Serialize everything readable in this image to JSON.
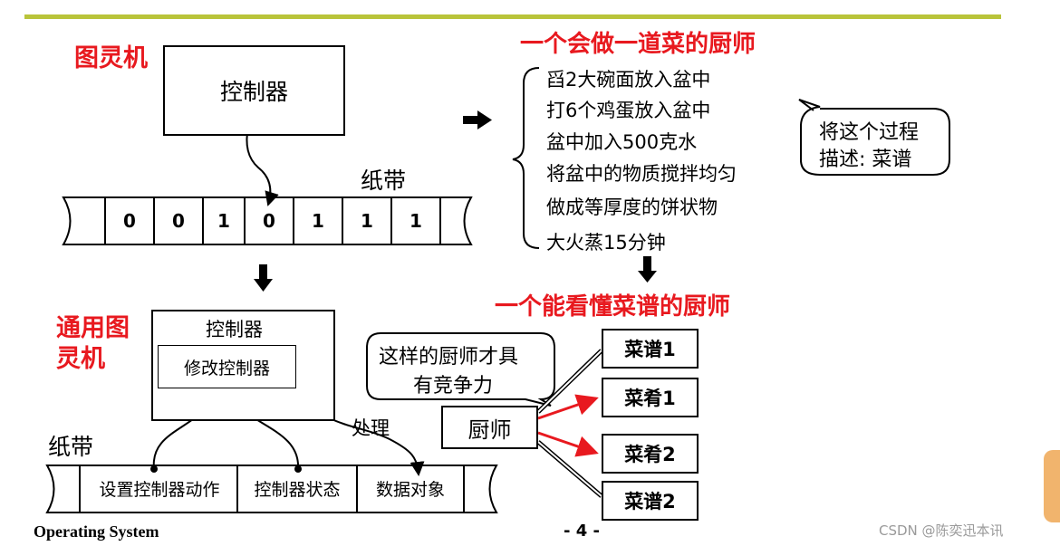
{
  "turing": {
    "title": "图灵机",
    "controller": "控制器",
    "tape_label": "纸带",
    "tape_cells": [
      "0",
      "0",
      "1",
      "0",
      "1",
      "1",
      "1"
    ]
  },
  "chef": {
    "title": "一个会做一道菜的厨师",
    "steps": [
      "舀2大碗面放入盆中",
      "打6个鸡蛋放入盆中",
      "盆中加入500克水",
      "将盆中的物质搅拌均匀",
      "做成等厚度的饼状物",
      "大火蒸15分钟"
    ],
    "callout_line1": "将这个过程",
    "callout_line2": "描述: 菜谱"
  },
  "recipe_chef": {
    "title": "一个能看懂菜谱的厨师",
    "speech_line1": "这样的厨师才具",
    "speech_line2": "有竞争力",
    "chef": "厨师",
    "outputs": [
      "菜谱1",
      "菜肴1",
      "菜肴2",
      "菜谱2"
    ]
  },
  "universal": {
    "title_line1": "通用图",
    "title_line2": "灵机",
    "controller": "控制器",
    "modify_controller": "修改控制器",
    "process_label": "处理",
    "tape_label": "纸带",
    "tape_sections": [
      "设置控制器动作",
      "控制器状态",
      "数据对象"
    ]
  },
  "footer": {
    "left": "Operating System",
    "page": "- 4 -",
    "watermark": "CSDN @陈奕迅本讯"
  },
  "colors": {
    "accent_line": "#b9c43a",
    "title_red": "#e8191f"
  }
}
